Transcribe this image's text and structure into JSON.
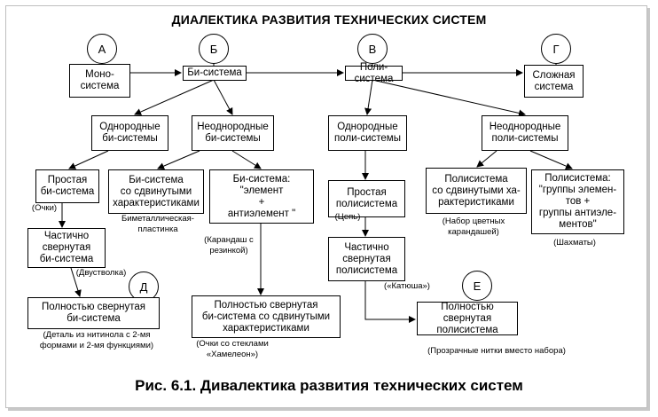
{
  "title": "ДИАЛЕКТИКА РАЗВИТИЯ ТЕХНИЧЕСКИХ СИСТЕМ",
  "caption": "Рис. 6.1. Дивалектика развития технических систем",
  "stages": {
    "a": "А",
    "b": "Б",
    "v": "В",
    "g": "Г",
    "d": "Д",
    "e": "Е"
  },
  "boxes": {
    "mono": "Моно-\nсистема",
    "bi": "Би-система",
    "poly": "Поли-система",
    "complex": "Сложная\nсистема",
    "bi_homo": "Однородные\nби-системы",
    "bi_hetero": "Неоднородные\nби-системы",
    "poly_homo": "Однородные\nполи-системы",
    "poly_hetero": "Неоднородные\nполи-системы",
    "bi_simple": "Простая\nби-система",
    "bi_shifted": "Би-система\nсо сдвинутыми\nхарактеристиками",
    "bi_element": "Би-система:\n\"элемент\n+\nантиэлемент \"",
    "poly_simple": "Простая\nполисистема",
    "poly_shifted": "Полисистема\nсо сдвинутыми ха-\nрактеристиками",
    "poly_groups": "Полисистема:\n\"группы элемен-\nтов +\nгруппы антиэле-\nментов\"",
    "bi_partial": "Частично\nсвернутая\nби-система",
    "bi_full_left": "Полностью свернутая\nби-система",
    "bi_full_mid": "Полностью свернутая\nби-система со сдвинутыми\nхарактеристиками",
    "poly_partial": "Частично\nсвернутая\nполисистема",
    "poly_full": "Полностью свернутая\nполисистема"
  },
  "notes": {
    "glasses": "(Очки)",
    "bimetal": "Биметаллическая-\nпластинка",
    "pencil": "(Карандаш с\nрезинкой)",
    "chain": "(Цепь)",
    "pencil_set": "(Набор цветных\nкарандашей)",
    "chess": "(Шахматы)",
    "double_gun": "(Двустволка)",
    "katyusha": "(«Катюша»)",
    "nitinol": "(Деталь из нитинола с 2-мя\nформами и 2-мя функциями)",
    "chameleon": "(Очки со стеклами\n«Хамелеон»)",
    "threads": "(Прозрачные нитки вместо набора)"
  },
  "colors": {
    "line": "#000000",
    "frame_shadow": "#c8c8c8"
  }
}
